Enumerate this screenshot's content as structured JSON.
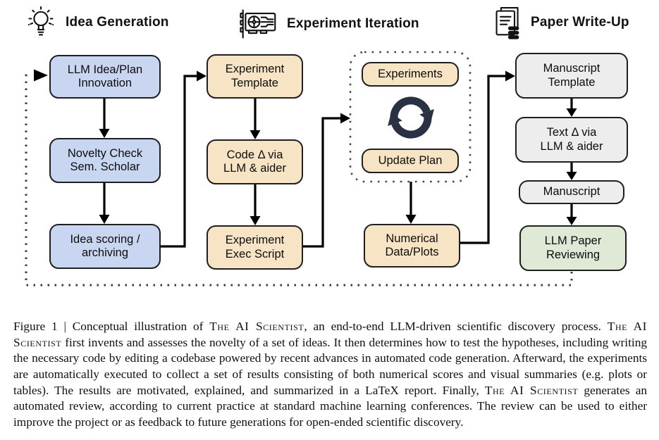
{
  "headers": [
    {
      "label": "Idea Generation",
      "icon": "lightbulb-icon"
    },
    {
      "label": "Experiment Iteration",
      "icon": "gpu-card-icon"
    },
    {
      "label": "Paper Write-Up",
      "icon": "paper-stack-icon"
    }
  ],
  "flowchart": {
    "idea_generation": {
      "llm_idea_plan": "LLM Idea/Plan\nInnovation",
      "novelty_check": "Novelty Check\nSem. Scholar",
      "idea_scoring": "Idea scoring /\narchiving"
    },
    "experiment_iteration": {
      "experiment_template": "Experiment\nTemplate",
      "code_delta": "Code Δ via\nLLM & aider",
      "exec_script": "Experiment\nExec Script",
      "experiments": "Experiments",
      "update_plan": "Update Plan",
      "numerical_data": "Numerical\nData/Plots"
    },
    "paper_writeup": {
      "manuscript_template": "Manuscript\nTemplate",
      "text_delta": "Text Δ via\nLLM & aider",
      "manuscript": "Manuscript",
      "llm_paper_reviewing": "LLM Paper\nReviewing"
    }
  },
  "colors": {
    "idea_box": "#c9d6f1",
    "experiment_box": "#f6e4c4",
    "paper_box": "#ededed",
    "review_box": "#dfe9d5",
    "box_border": "#1f1f1f",
    "arrow": "#000000",
    "cycle_icon": "#2a3142",
    "dotted_line": "#3a3a3a"
  },
  "caption": {
    "segments": [
      {
        "text": "Figure 1 | Conceptual illustration of ",
        "sc": false
      },
      {
        "text": "The AI Scientist",
        "sc": true
      },
      {
        "text": ", an end-to-end LLM-driven scientific discovery process. ",
        "sc": false
      },
      {
        "text": "The AI Scientist",
        "sc": true
      },
      {
        "text": " first invents and assesses the novelty of a set of ideas. It then determines how to test the hypotheses, including writing the necessary code by editing a codebase powered by recent advances in automated code generation. Afterward, the experiments are automatically executed to collect a set of results consisting of both numerical scores and visual summaries (e.g. plots or tables). The results are motivated, explained, and summarized in a LaTeX report. Finally, ",
        "sc": false
      },
      {
        "text": "The AI Scientist",
        "sc": true
      },
      {
        "text": " generates an automated review, according to current practice at standard machine learning conferences. The review can be used to either improve the project or as feedback to future generations for open-ended scientific discovery.",
        "sc": false
      }
    ]
  }
}
